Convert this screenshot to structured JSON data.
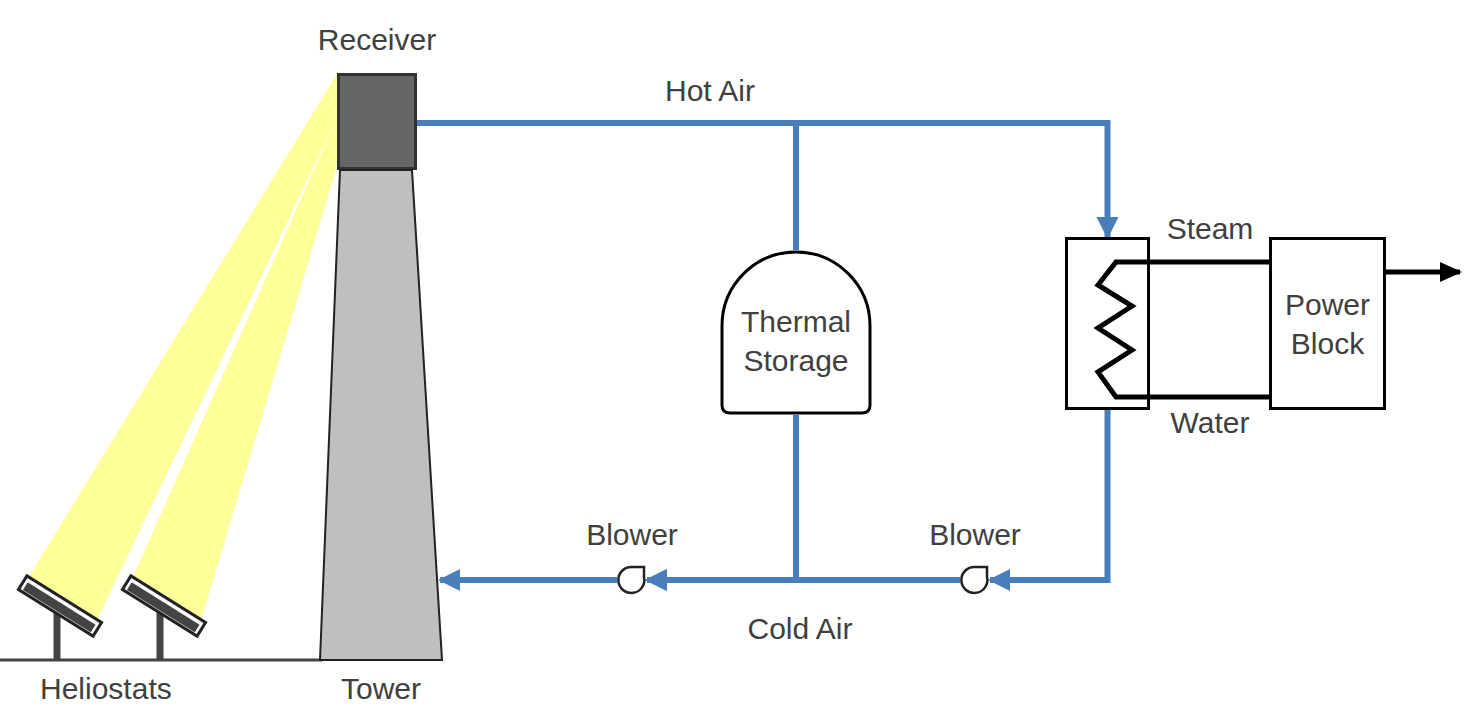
{
  "diagram": {
    "nodes": [
      {
        "text": [
          "Receiver"
        ]
      },
      {
        "text": [
          "Tower"
        ]
      },
      {
        "text": [
          "Thermal Storage"
        ]
      },
      {
        "text": []
      },
      {
        "text": [
          "Power Block"
        ]
      },
      {
        "text": [
          "Blower"
        ]
      },
      {
        "text": [
          "Blower"
        ]
      }
    ],
    "edges": [
      {
        "from": 0,
        "to": 3,
        "arrow": "to",
        "label": "Hot Air"
      },
      {
        "from": 0,
        "to": 2,
        "arrow": "none"
      },
      {
        "from": 3,
        "to": 6,
        "arrow": "to"
      },
      {
        "from": 6,
        "to": 5,
        "arrow": "to",
        "label": "Cold Air"
      },
      {
        "from": 2,
        "to": 5,
        "arrow": "to"
      },
      {
        "from": 5,
        "to": 1,
        "arrow": "to"
      },
      {
        "from": 3,
        "to": 4,
        "arrow": "none",
        "label": "Steam"
      },
      {
        "from": 4,
        "to": 3,
        "arrow": "none",
        "label": "Water"
      }
    ],
    "labels": [
      "Heliostats"
    ]
  }
}
